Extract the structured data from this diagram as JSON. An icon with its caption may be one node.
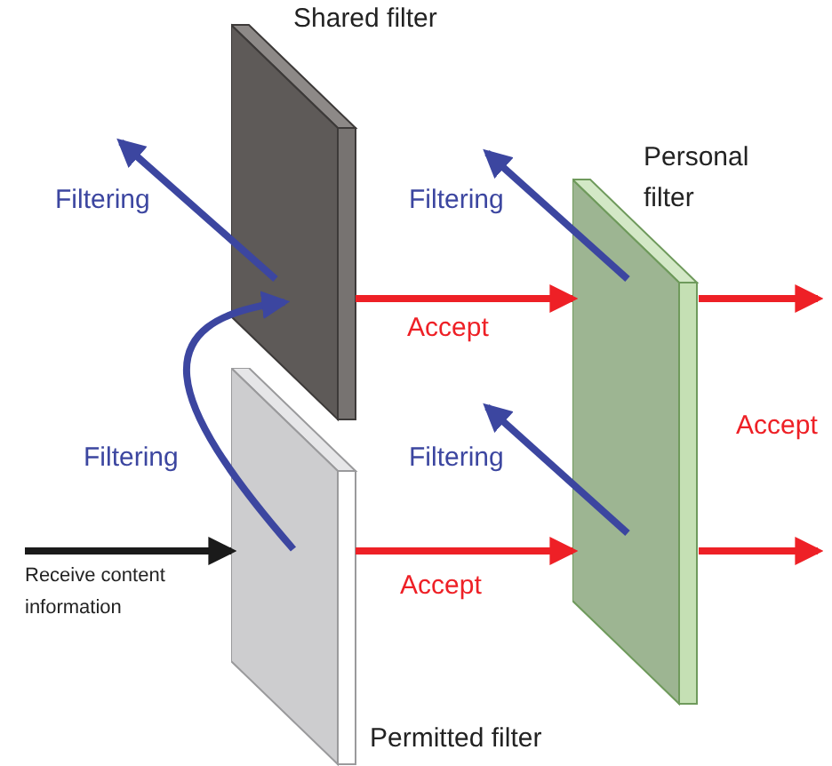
{
  "diagram": {
    "nodes": [
      {
        "text": [
          "Shared filter"
        ]
      },
      {
        "text": [
          "Permitted filter"
        ]
      },
      {
        "text": [
          "Personal filter"
        ]
      },
      {
        "text": [
          "Receive content information"
        ]
      }
    ],
    "edges": [
      {
        "from": 3,
        "to": 1,
        "arrow": "to",
        "color": "#1a1a1a"
      },
      {
        "from": 1,
        "to": 0,
        "arrow": "to",
        "label": "Filtering",
        "color": "#3c46a0"
      },
      {
        "from": 0,
        "to": null,
        "arrow": "to",
        "label": "Filtering",
        "color": "#3c46a0"
      },
      {
        "from": 0,
        "to": 2,
        "arrow": "to",
        "label": "Accept",
        "color": "#ee2026"
      },
      {
        "from": 1,
        "to": 2,
        "arrow": "to",
        "label": "Accept",
        "color": "#ee2026"
      },
      {
        "from": 2,
        "to": null,
        "arrow": "to",
        "label": "Filtering",
        "color": "#3c46a0"
      },
      {
        "from": 2,
        "to": null,
        "arrow": "to",
        "color": "#ee2026"
      },
      {
        "from": 2,
        "to": null,
        "arrow": "to",
        "label": "Filtering",
        "color": "#3c46a0"
      },
      {
        "from": 2,
        "to": null,
        "arrow": "to",
        "color": "#ee2026"
      }
    ],
    "labels": [
      "Accept"
    ]
  }
}
